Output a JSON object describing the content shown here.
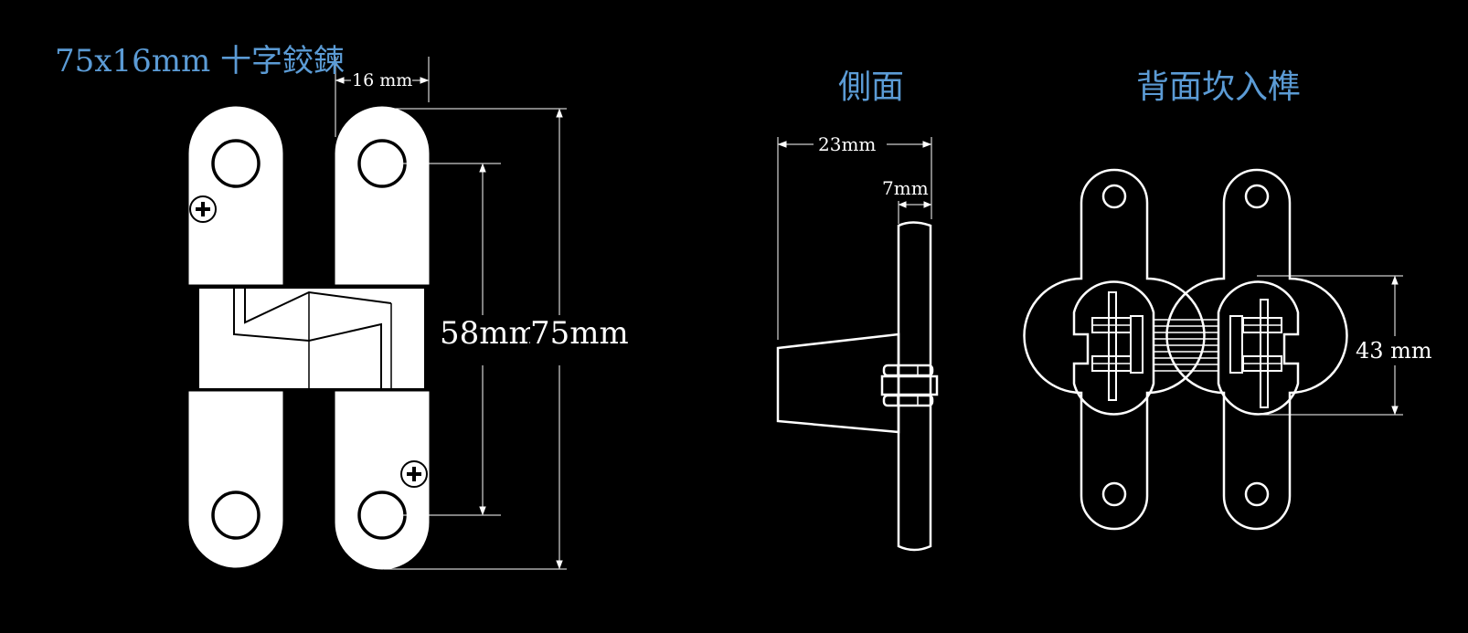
{
  "titles": {
    "main": "75x16mm 十字鉸鍊",
    "side": "側面",
    "back": "背面坎入榫"
  },
  "dimensions": {
    "width_16": "16 mm",
    "length_58": "58mm",
    "length_75": "75mm",
    "depth_23": "23mm",
    "depth_7": "7mm",
    "height_43": "43 mm"
  },
  "colors": {
    "title": "#5b9bd5",
    "line": "#ffffff",
    "fill": "#ffffff",
    "background": "#000000"
  },
  "icons": {
    "screw": "phillips-screw-icon"
  }
}
